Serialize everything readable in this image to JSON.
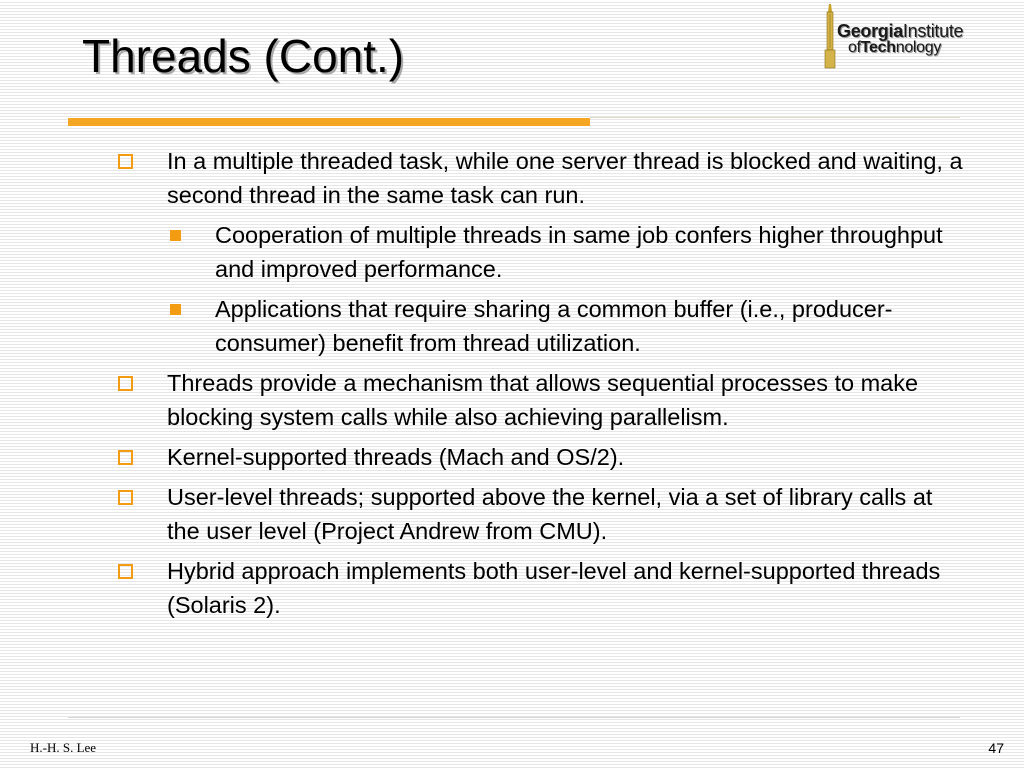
{
  "slide": {
    "title": "Threads (Cont.)"
  },
  "logo": {
    "line1_bold": "Georgia",
    "line1_light": "Institute",
    "line2_a": "of",
    "line2_b": "Tech",
    "line2_c": "nology"
  },
  "bullets": [
    {
      "level": 1,
      "text": "In a multiple threaded task, while one server thread is blocked and waiting, a second thread in the same task can run."
    },
    {
      "level": 2,
      "text": "Cooperation of multiple threads in same job confers higher throughput and improved performance."
    },
    {
      "level": 2,
      "text": "Applications that require sharing a common buffer (i.e., producer-consumer) benefit from thread utilization."
    },
    {
      "level": 1,
      "text": "Threads provide a mechanism that allows sequential processes to make blocking system calls while also achieving parallelism."
    },
    {
      "level": 1,
      "text": "Kernel-supported threads (Mach and OS/2)."
    },
    {
      "level": 1,
      "text": "User-level threads; supported above the kernel, via a set of library calls at the user level (Project Andrew from CMU)."
    },
    {
      "level": 1,
      "text": "Hybrid approach implements both user-level and kernel-supported threads (Solaris 2)."
    }
  ],
  "footer": {
    "author": "H.-H. S. Lee",
    "page_number": "47"
  },
  "colors": {
    "accent": "#f39c12",
    "title_bar": "#f5a623"
  },
  "icons": {
    "bullet_level1": "hollow-square-bullet-icon",
    "bullet_level2": "filled-square-bullet-icon"
  }
}
